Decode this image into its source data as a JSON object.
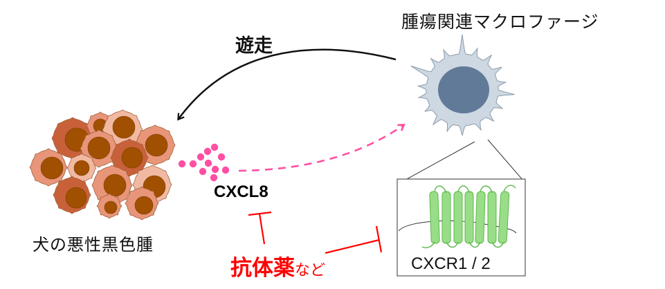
{
  "labels": {
    "tam": "腫瘍関連マクロファージ",
    "migration": "遊走",
    "melanoma": "犬の悪性黒色腫",
    "cxcl8": "CXCL8",
    "receptor": "CXCR1 / 2",
    "drug_main": "抗体薬",
    "drug_suffix": "など"
  },
  "colors": {
    "cell_dark": "#c8613a",
    "cell_mid": "#e8957a",
    "cell_light": "#f2b9a2",
    "cell_outline": "#a0603a",
    "nucleus": "#a05000",
    "macrophage_body": "#ced8e2",
    "macrophage_outline": "#8a9aaa",
    "macrophage_nucleus": "#617a98",
    "chemokine": "#ff4fa3",
    "inhibition": "#ff0000",
    "receptor_fill": "#99dd88",
    "receptor_stroke": "#5cb84a"
  }
}
